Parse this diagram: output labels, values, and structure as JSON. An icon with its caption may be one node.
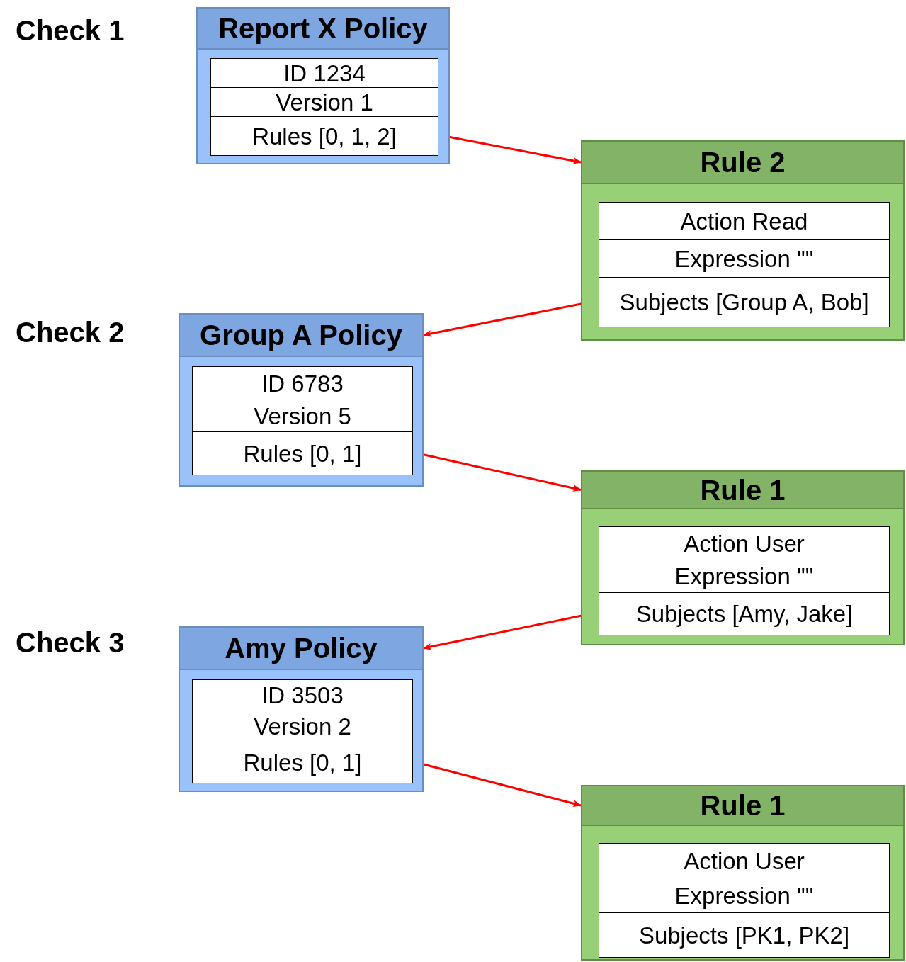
{
  "diagram": {
    "nodes": [
      {
        "text": [
          "Report X Policy"
        ]
      },
      {
        "text": [
          "ID 1234"
        ],
        "in": 0
      },
      {
        "text": [
          "Version 1"
        ],
        "in": 0
      },
      {
        "text": [
          "Rules [0, 1, 2]"
        ],
        "in": 0
      },
      {
        "text": [
          "Rule 2"
        ]
      },
      {
        "text": [
          "Action Read"
        ],
        "in": 4
      },
      {
        "text": [
          "Expression \"\""
        ],
        "in": 4
      },
      {
        "text": [
          "Subjects [Group A, Bob]"
        ],
        "in": 4
      },
      {
        "text": [
          "Group A Policy"
        ]
      },
      {
        "text": [
          "ID 6783"
        ],
        "in": 8
      },
      {
        "text": [
          "Version 5"
        ],
        "in": 8
      },
      {
        "text": [
          "Rules [0, 1]"
        ],
        "in": 8
      },
      {
        "text": [
          "Rule 1"
        ]
      },
      {
        "text": [
          "Action User"
        ],
        "in": 12
      },
      {
        "text": [
          "Expression \"\""
        ],
        "in": 12
      },
      {
        "text": [
          "Subjects [Amy, Jake]"
        ],
        "in": 12
      },
      {
        "text": [
          "Amy Policy"
        ]
      },
      {
        "text": [
          "ID 3503"
        ],
        "in": 16
      },
      {
        "text": [
          "Version 2"
        ],
        "in": 16
      },
      {
        "text": [
          "Rules [0, 1]"
        ],
        "in": 16
      },
      {
        "text": [
          "Rule 1"
        ]
      },
      {
        "text": [
          "Action User"
        ],
        "in": 20
      },
      {
        "text": [
          "Expression \"\""
        ],
        "in": 20
      },
      {
        "text": [
          "Subjects [PK1, PK2]"
        ],
        "in": 20
      }
    ],
    "edges": [
      {
        "from": 3,
        "to": 4,
        "arrow": "to"
      },
      {
        "from": 7,
        "to": 8,
        "arrow": "to"
      },
      {
        "from": 11,
        "to": 12,
        "arrow": "to"
      },
      {
        "from": 15,
        "to": 16,
        "arrow": "to"
      },
      {
        "from": 19,
        "to": 20,
        "arrow": "to"
      }
    ],
    "labels": [
      "Check 1",
      "Check 2",
      "Check 3"
    ]
  }
}
